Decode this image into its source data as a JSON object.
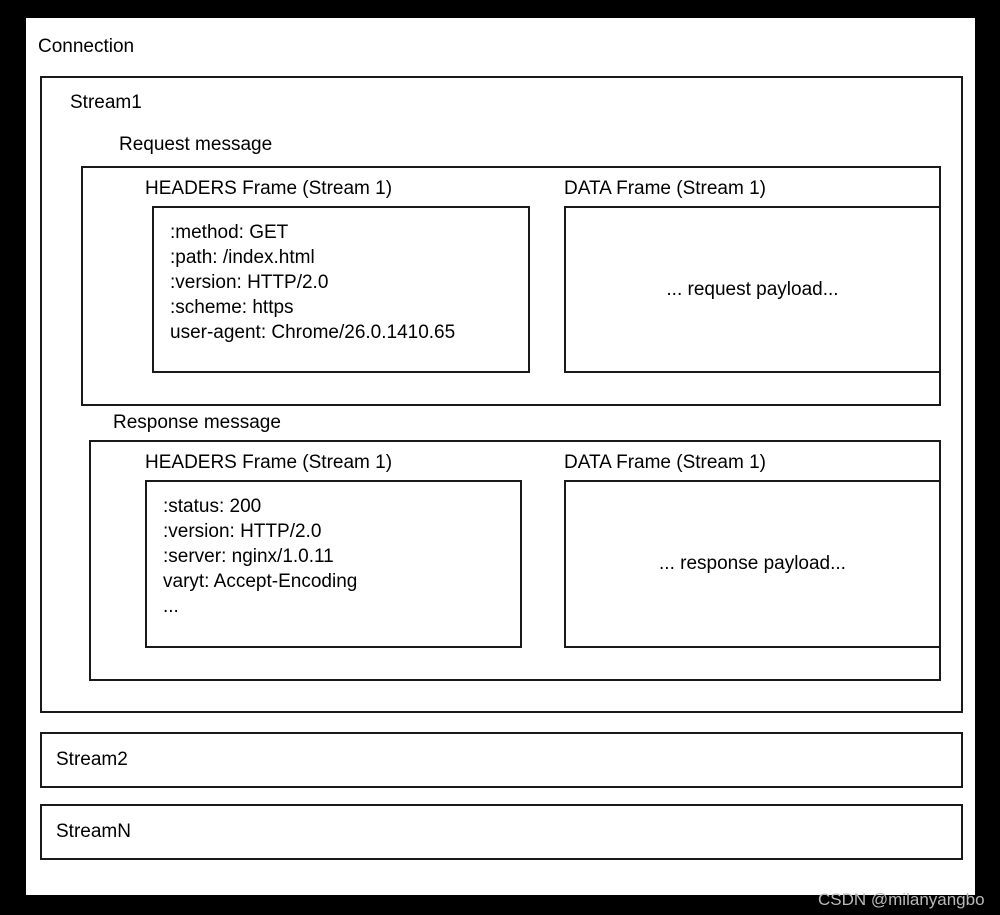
{
  "diagram": {
    "title": "Connection",
    "connection_label": "Connection",
    "streams": [
      {
        "label": "Stream1",
        "messages": [
          {
            "label": "Request message",
            "frames": [
              {
                "title": "HEADERS Frame (Stream 1)",
                "kind": "headers",
                "lines": [
                  ":method: GET",
                  ":path: /index.html",
                  ":version: HTTP/2.0",
                  ":scheme: https",
                  "user-agent: Chrome/26.0.1410.65"
                ]
              },
              {
                "title": "DATA Frame (Stream 1)",
                "kind": "data",
                "payload": "... request payload..."
              }
            ]
          },
          {
            "label": "Response message",
            "frames": [
              {
                "title": "HEADERS Frame (Stream 1)",
                "kind": "headers",
                "lines": [
                  ":status: 200",
                  ":version: HTTP/2.0",
                  ":server: nginx/1.0.11",
                  "varyt: Accept-Encoding",
                  "..."
                ]
              },
              {
                "title": "DATA Frame (Stream 1)",
                "kind": "data",
                "payload": "... response payload..."
              }
            ]
          }
        ]
      },
      {
        "label": "Stream2"
      },
      {
        "label": "StreamN"
      }
    ]
  },
  "watermark": "CSDN @milanyangbo",
  "colors": {
    "background": "#000000",
    "canvas": "#ffffff",
    "stroke": "#1a1a1a",
    "text": "#000000",
    "watermark": "#b9b9b9"
  }
}
